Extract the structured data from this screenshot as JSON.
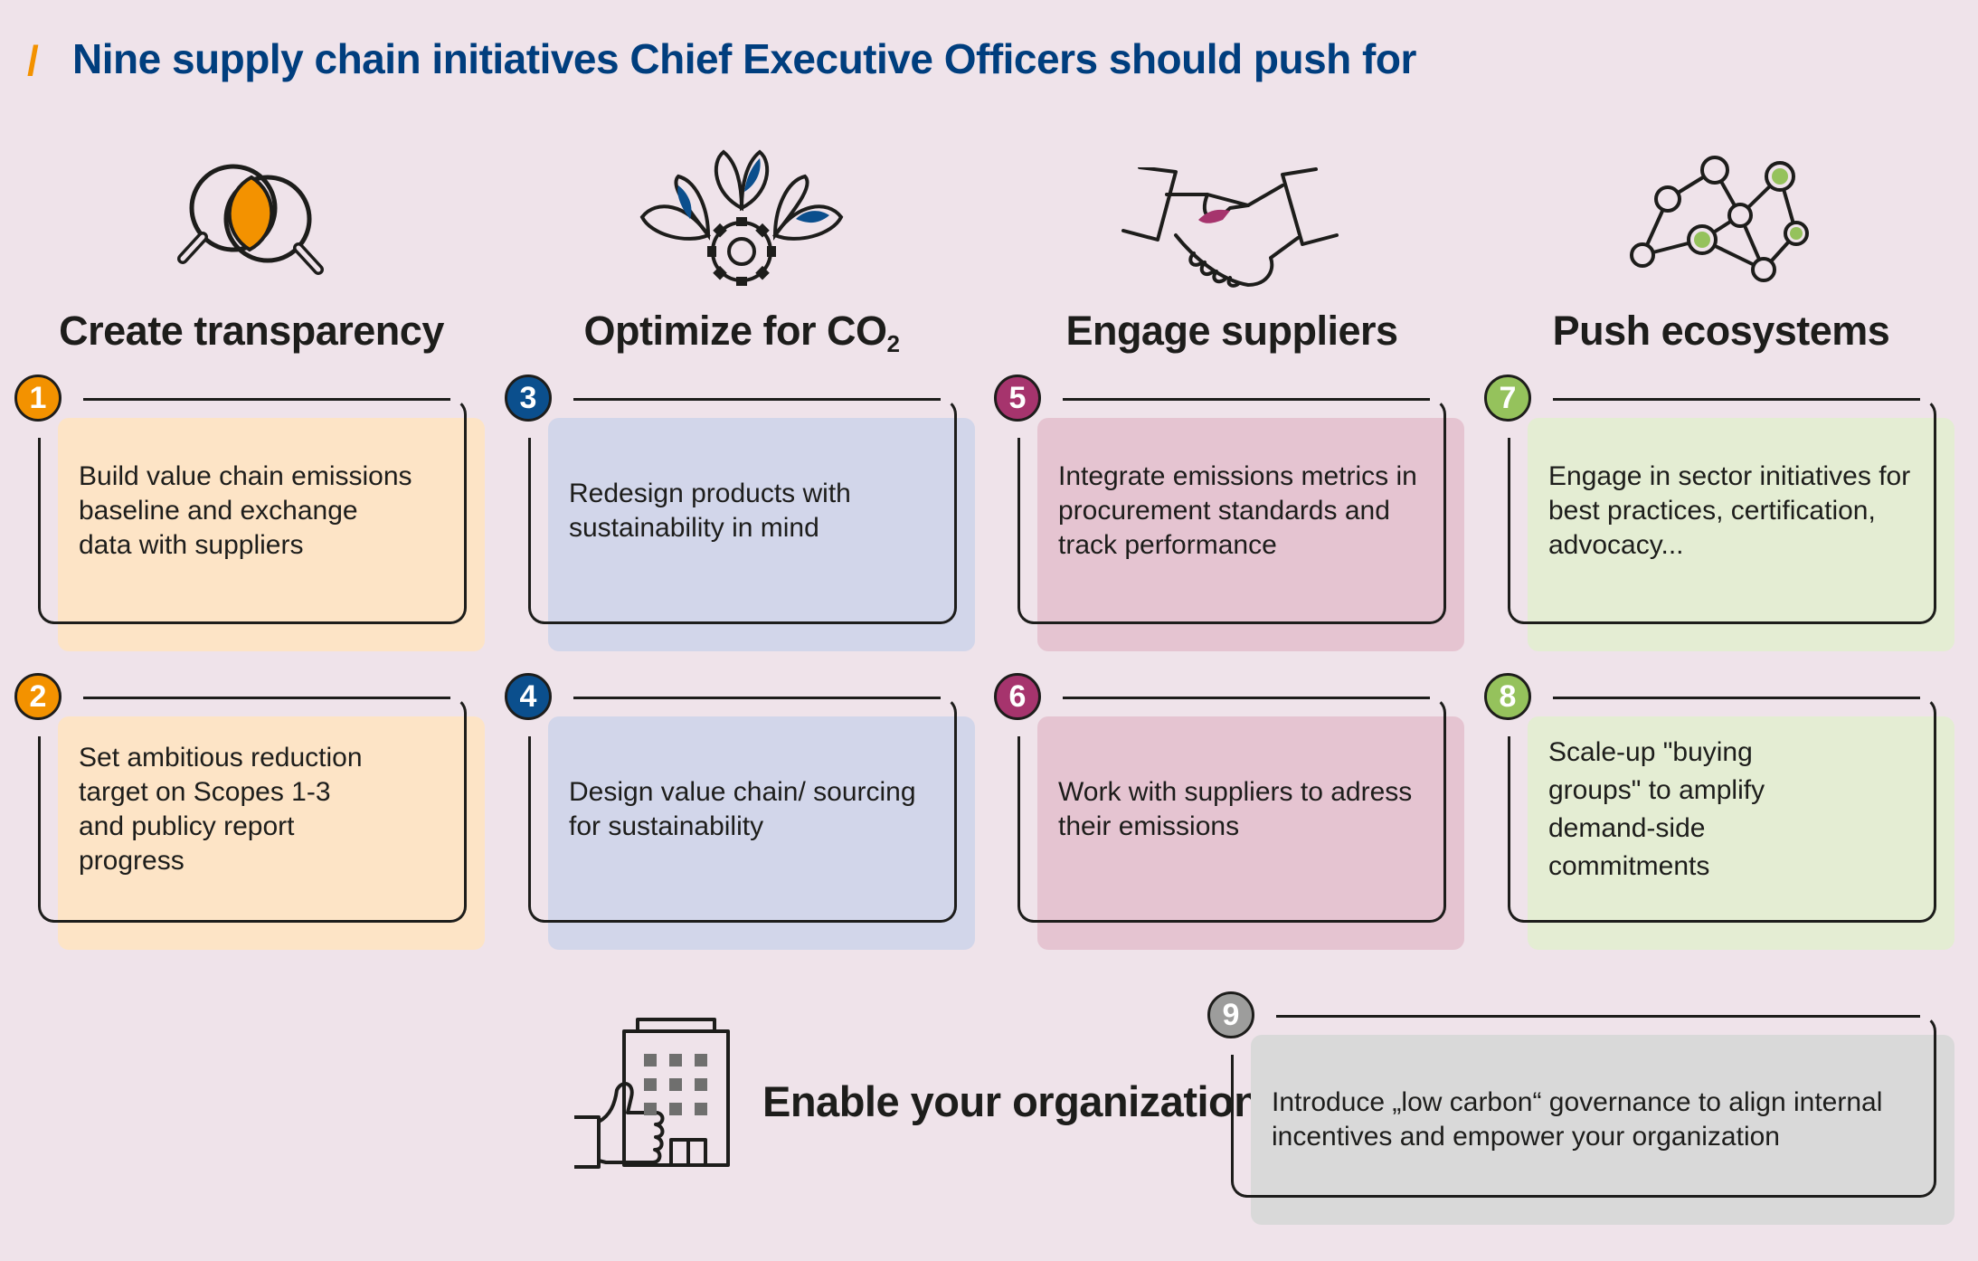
{
  "title": "Nine supply chain initiatives Chief Executive Officers should push for",
  "title_marker": "/",
  "colors": {
    "background": "#efe3ea",
    "title_blue": "#003e7e",
    "orange": "#f39200",
    "orange_fill": "#fde4c6",
    "blue": "#0b4f8d",
    "blue_fill": "#d2d6ea",
    "magenta": "#a6346d",
    "magenta_fill": "#e5c4d1",
    "green": "#95c25c",
    "green_fill": "#e4edd3",
    "gray": "#9d9d9c",
    "gray_fill": "#d9d9d9"
  },
  "columns": [
    {
      "heading": "Create transparency",
      "icon": "magnifier-icon"
    },
    {
      "heading": "Optimize for CO",
      "heading_sub": "2",
      "icon": "gear-leaves-icon"
    },
    {
      "heading": "Engage suppliers",
      "icon": "handshake-icon"
    },
    {
      "heading": "Push ecosystems",
      "icon": "network-icon"
    }
  ],
  "initiatives": [
    {
      "number": "1",
      "text": "Build value chain emissions baseline and exchange data with suppliers"
    },
    {
      "number": "2",
      "text": "Set ambitious reduction target on Scopes 1-3 and publicy report progress"
    },
    {
      "number": "3",
      "text": "Redesign products with sustainability in mind"
    },
    {
      "number": "4",
      "text": "Design value chain/ sourcing for sustainability"
    },
    {
      "number": "5",
      "text": "Integrate emissions metrics in procurement standards and track performance"
    },
    {
      "number": "6",
      "text": "Work with suppliers to adress their emissions"
    },
    {
      "number": "7",
      "text": "Engage in sector initiatives for best practices, certification, advocacy..."
    },
    {
      "number": "8",
      "text": "Scale-up \"buying groups\" to amplify demand-side commitments"
    },
    {
      "number": "9",
      "text": "Introduce „low carbon“ governance to align internal incentives and empower your organization"
    }
  ],
  "enable": {
    "heading": "Enable your organization",
    "icon": "building-thumbs-up-icon"
  }
}
